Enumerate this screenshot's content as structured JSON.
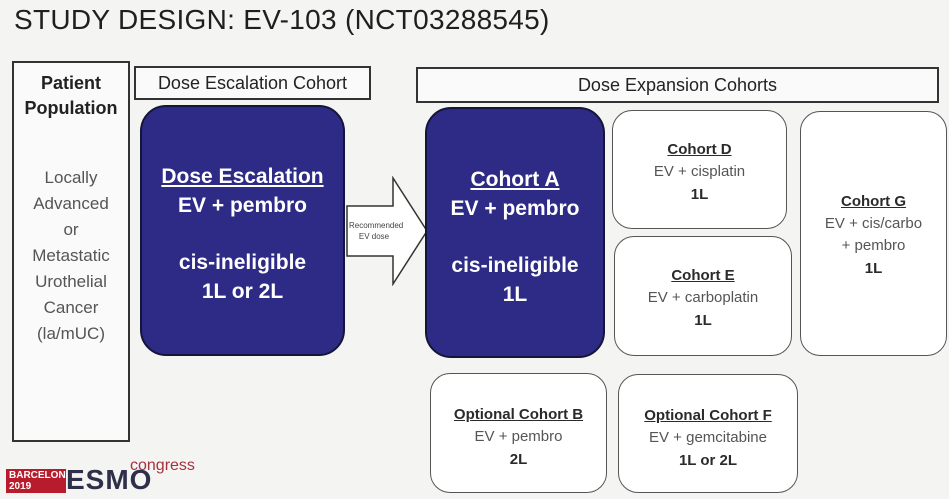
{
  "title": "STUDY DESIGN: EV-103 (NCT03288545)",
  "patient_population": {
    "heading": [
      "Patient",
      "Population"
    ],
    "lines": [
      "Locally",
      "Advanced",
      "or",
      "Metastatic",
      "Urothelial",
      "Cancer",
      "(la/mUC)"
    ]
  },
  "dose_escalation_label": "Dose Escalation Cohort",
  "dose_expansion_label": "Dose Expansion Cohorts",
  "escalation_card": {
    "heading": "Dose Escalation",
    "regimen": "EV + pembro",
    "eligibility": "cis-ineligible",
    "line": "1L or 2L"
  },
  "arrow_label": [
    "Recommended",
    "EV dose"
  ],
  "cohort_a": {
    "heading": "Cohort A",
    "regimen": "EV + pembro",
    "eligibility": "cis-ineligible",
    "line": "1L"
  },
  "cohort_d": {
    "heading": "Cohort D",
    "regimen": "EV + cisplatin",
    "line": "1L"
  },
  "cohort_e": {
    "heading": "Cohort E",
    "regimen": "EV + carboplatin",
    "line": "1L"
  },
  "cohort_g": {
    "heading": "Cohort G",
    "regimen": [
      "EV + cis/carbo",
      "+ pembro"
    ],
    "line": "1L"
  },
  "cohort_b": {
    "heading": "Optional Cohort B",
    "regimen": "EV + pembro",
    "line": "2L"
  },
  "cohort_f": {
    "heading": "Optional Cohort F",
    "regimen": "EV + gemcitabine",
    "line": "1L or 2L"
  },
  "logo": {
    "city": "BARCELONA",
    "year": "2019",
    "brand": "ESMO",
    "suffix": "congress"
  },
  "colors": {
    "dark_card": "#2e2b86",
    "logo_red": "#b81c2c"
  }
}
